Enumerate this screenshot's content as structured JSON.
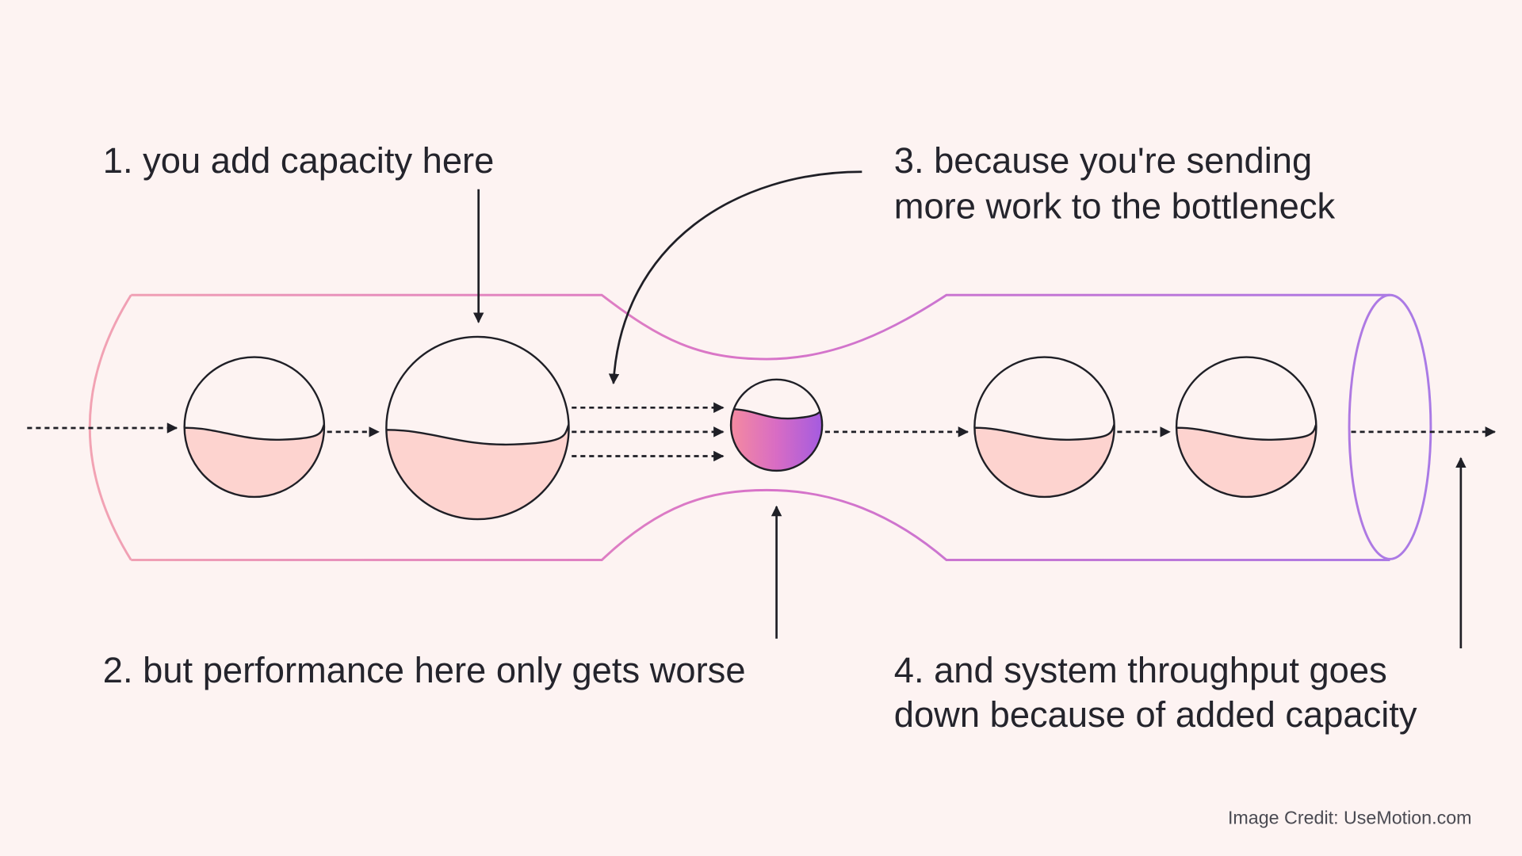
{
  "labels": {
    "step1": "1. you add capacity here",
    "step2": "2. but performance here only gets worse",
    "step3_line1": "3. because you're sending",
    "step3_line2": "more work to the bottleneck",
    "step4_line1": "4. and system throughput goes",
    "step4_line2": "down because of added capacity"
  },
  "credit": "Image Credit: UseMotion.com",
  "colors": {
    "background": "#fdf3f2",
    "pipe_start": "#f2a3b3",
    "pipe_mid": "#d873c8",
    "pipe_end": "#a97ae6",
    "water": "#fdd3cf",
    "bottleneck_start": "#f48aa0",
    "bottleneck_end": "#a45be0",
    "ink": "#1f1f26"
  }
}
